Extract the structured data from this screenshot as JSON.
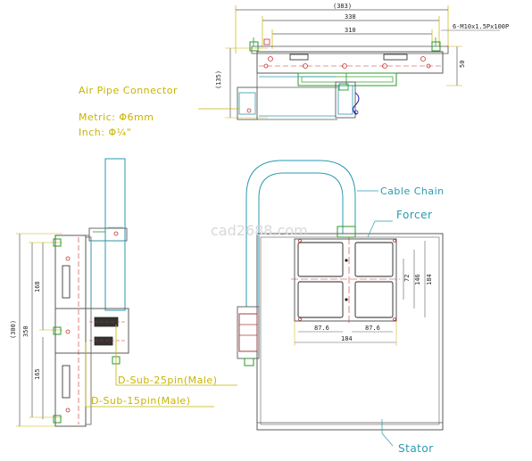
{
  "dimensions": {
    "top_overall": "(383)",
    "top_mid": "338",
    "top_inner": "310",
    "top_screws": "6-M10x1.5Px100P",
    "top_height": "(135)",
    "top_small": "50",
    "left_overall": "(300)",
    "left_mid": "350",
    "left_upper": "168",
    "left_lower": "165",
    "forcer_h1": "72",
    "forcer_h2": "146",
    "forcer_h3": "184",
    "forcer_w1": "87.6",
    "forcer_w2": "87.6",
    "forcer_total": "184"
  },
  "labels": {
    "air_pipe": "Air Pipe Connector",
    "metric": "Metric: Φ6mm",
    "inch": "Inch: Φ¼\"",
    "cable_chain": "Cable Chain",
    "forcer": "Forcer",
    "stator": "Stator",
    "dsub25": "D-Sub-25pin(Male)",
    "dsub15": "D-Sub-15pin(Male)",
    "watermark": "cad2688.com"
  },
  "colors": {
    "outline": "#5a5a5a",
    "cyan": "#2a9ab0",
    "yellow": "#c8b400",
    "green": "#2a9a2a",
    "red": "#c83232",
    "brown": "#a04040",
    "dark": "#222222"
  }
}
